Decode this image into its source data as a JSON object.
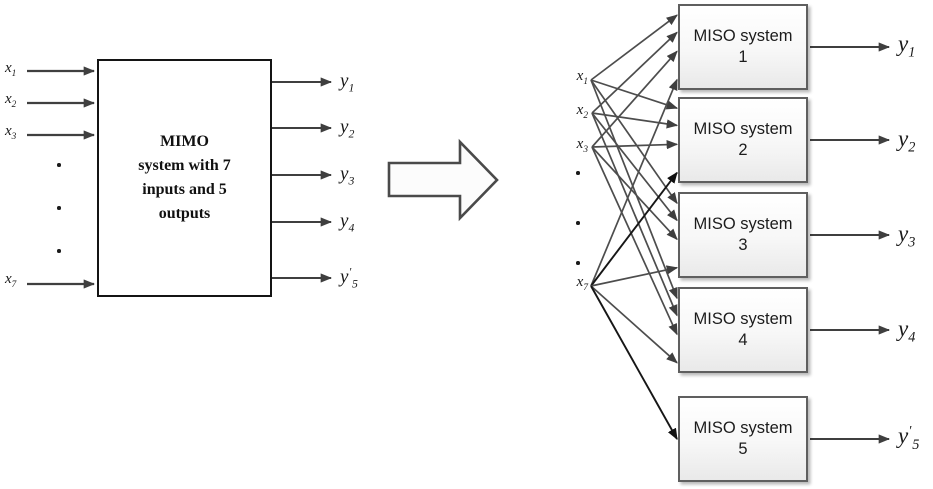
{
  "left": {
    "box_lines": [
      "MIMO",
      "system with 7",
      "inputs and 5",
      "outputs"
    ],
    "inputs": [
      {
        "base": "x",
        "sub": "1"
      },
      {
        "base": "x",
        "sub": "2"
      },
      {
        "base": "x",
        "sub": "3"
      },
      {
        "base": "x",
        "sub": "7"
      }
    ],
    "outputs": [
      {
        "base": "y",
        "sub": "1"
      },
      {
        "base": "y",
        "sub": "2"
      },
      {
        "base": "y",
        "sub": "3"
      },
      {
        "base": "y",
        "sub": "4"
      },
      {
        "base": "y",
        "sub": "5",
        "prime": "′"
      }
    ],
    "ellipsis_dot": "."
  },
  "right": {
    "inputs": [
      {
        "base": "x",
        "sub": "1"
      },
      {
        "base": "x",
        "sub": "2"
      },
      {
        "base": "x",
        "sub": "3"
      },
      {
        "base": "x",
        "sub": "7"
      }
    ],
    "boxes": [
      {
        "title": "MISO system",
        "number": "1"
      },
      {
        "title": "MISO system",
        "number": "2"
      },
      {
        "title": "MISO system",
        "number": "3"
      },
      {
        "title": "MISO system",
        "number": "4"
      },
      {
        "title": "MISO system",
        "number": "5"
      }
    ],
    "outputs": [
      {
        "base": "y",
        "sub": "1"
      },
      {
        "base": "y",
        "sub": "2"
      },
      {
        "base": "y",
        "sub": "3"
      },
      {
        "base": "y",
        "sub": "4"
      },
      {
        "base": "y",
        "sub": "5",
        "prime": "′"
      }
    ],
    "connections": [
      {
        "from": "x1",
        "to": "miso-1"
      },
      {
        "from": "x1",
        "to": "miso-2"
      },
      {
        "from": "x1",
        "to": "miso-3"
      },
      {
        "from": "x1",
        "to": "miso-4"
      },
      {
        "from": "x2",
        "to": "miso-1"
      },
      {
        "from": "x2",
        "to": "miso-2"
      },
      {
        "from": "x2",
        "to": "miso-3"
      },
      {
        "from": "x2",
        "to": "miso-4"
      },
      {
        "from": "x3",
        "to": "miso-1"
      },
      {
        "from": "x3",
        "to": "miso-2"
      },
      {
        "from": "x3",
        "to": "miso-3"
      },
      {
        "from": "x3",
        "to": "miso-4"
      },
      {
        "from": "x7",
        "to": "miso-1"
      },
      {
        "from": "x7",
        "to": "miso-2",
        "weight": "dark"
      },
      {
        "from": "x7",
        "to": "miso-3"
      },
      {
        "from": "x7",
        "to": "miso-4"
      },
      {
        "from": "x7",
        "to": "miso-5",
        "weight": "dark"
      }
    ]
  },
  "colors": {
    "line": "#4d4d4d",
    "line_dark": "#161616",
    "arrow": "#3f3f3f",
    "miso_border": "#5f5f5f",
    "mimo_border": "#141414",
    "block_arrow_fill": "#fcfcfc",
    "block_arrow_stroke": "#4a4a4a",
    "text": "#1a1a1a"
  }
}
